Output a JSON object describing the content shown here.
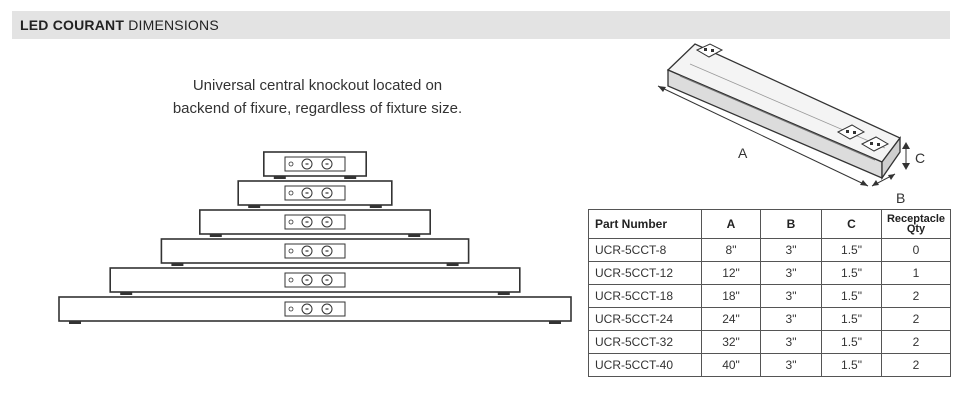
{
  "header": {
    "title_bold": "LED COURANT",
    "title_light": "DIMENSIONS"
  },
  "note": {
    "line1": "Universal central knockout located on",
    "line2": "backend of fixure, regardless of fixture size."
  },
  "diagram": {
    "label_a": "A",
    "label_b": "B",
    "label_c": "C"
  },
  "table": {
    "headers": {
      "part_number": "Part Number",
      "a": "A",
      "b": "B",
      "c": "C",
      "receptacle_line1": "Receptacle",
      "receptacle_line2": "Qty"
    },
    "rows": [
      {
        "part": "UCR-5CCT-8",
        "a": "8\"",
        "b": "3\"",
        "c": "1.5\"",
        "qty": "0"
      },
      {
        "part": "UCR-5CCT-12",
        "a": "12\"",
        "b": "3\"",
        "c": "1.5\"",
        "qty": "1"
      },
      {
        "part": "UCR-5CCT-18",
        "a": "18\"",
        "b": "3\"",
        "c": "1.5\"",
        "qty": "2"
      },
      {
        "part": "UCR-5CCT-24",
        "a": "24\"",
        "b": "3\"",
        "c": "1.5\"",
        "qty": "2"
      },
      {
        "part": "UCR-5CCT-32",
        "a": "32\"",
        "b": "3\"",
        "c": "1.5\"",
        "qty": "2"
      },
      {
        "part": "UCR-5CCT-40",
        "a": "40\"",
        "b": "3\"",
        "c": "1.5\"",
        "qty": "2"
      }
    ]
  }
}
